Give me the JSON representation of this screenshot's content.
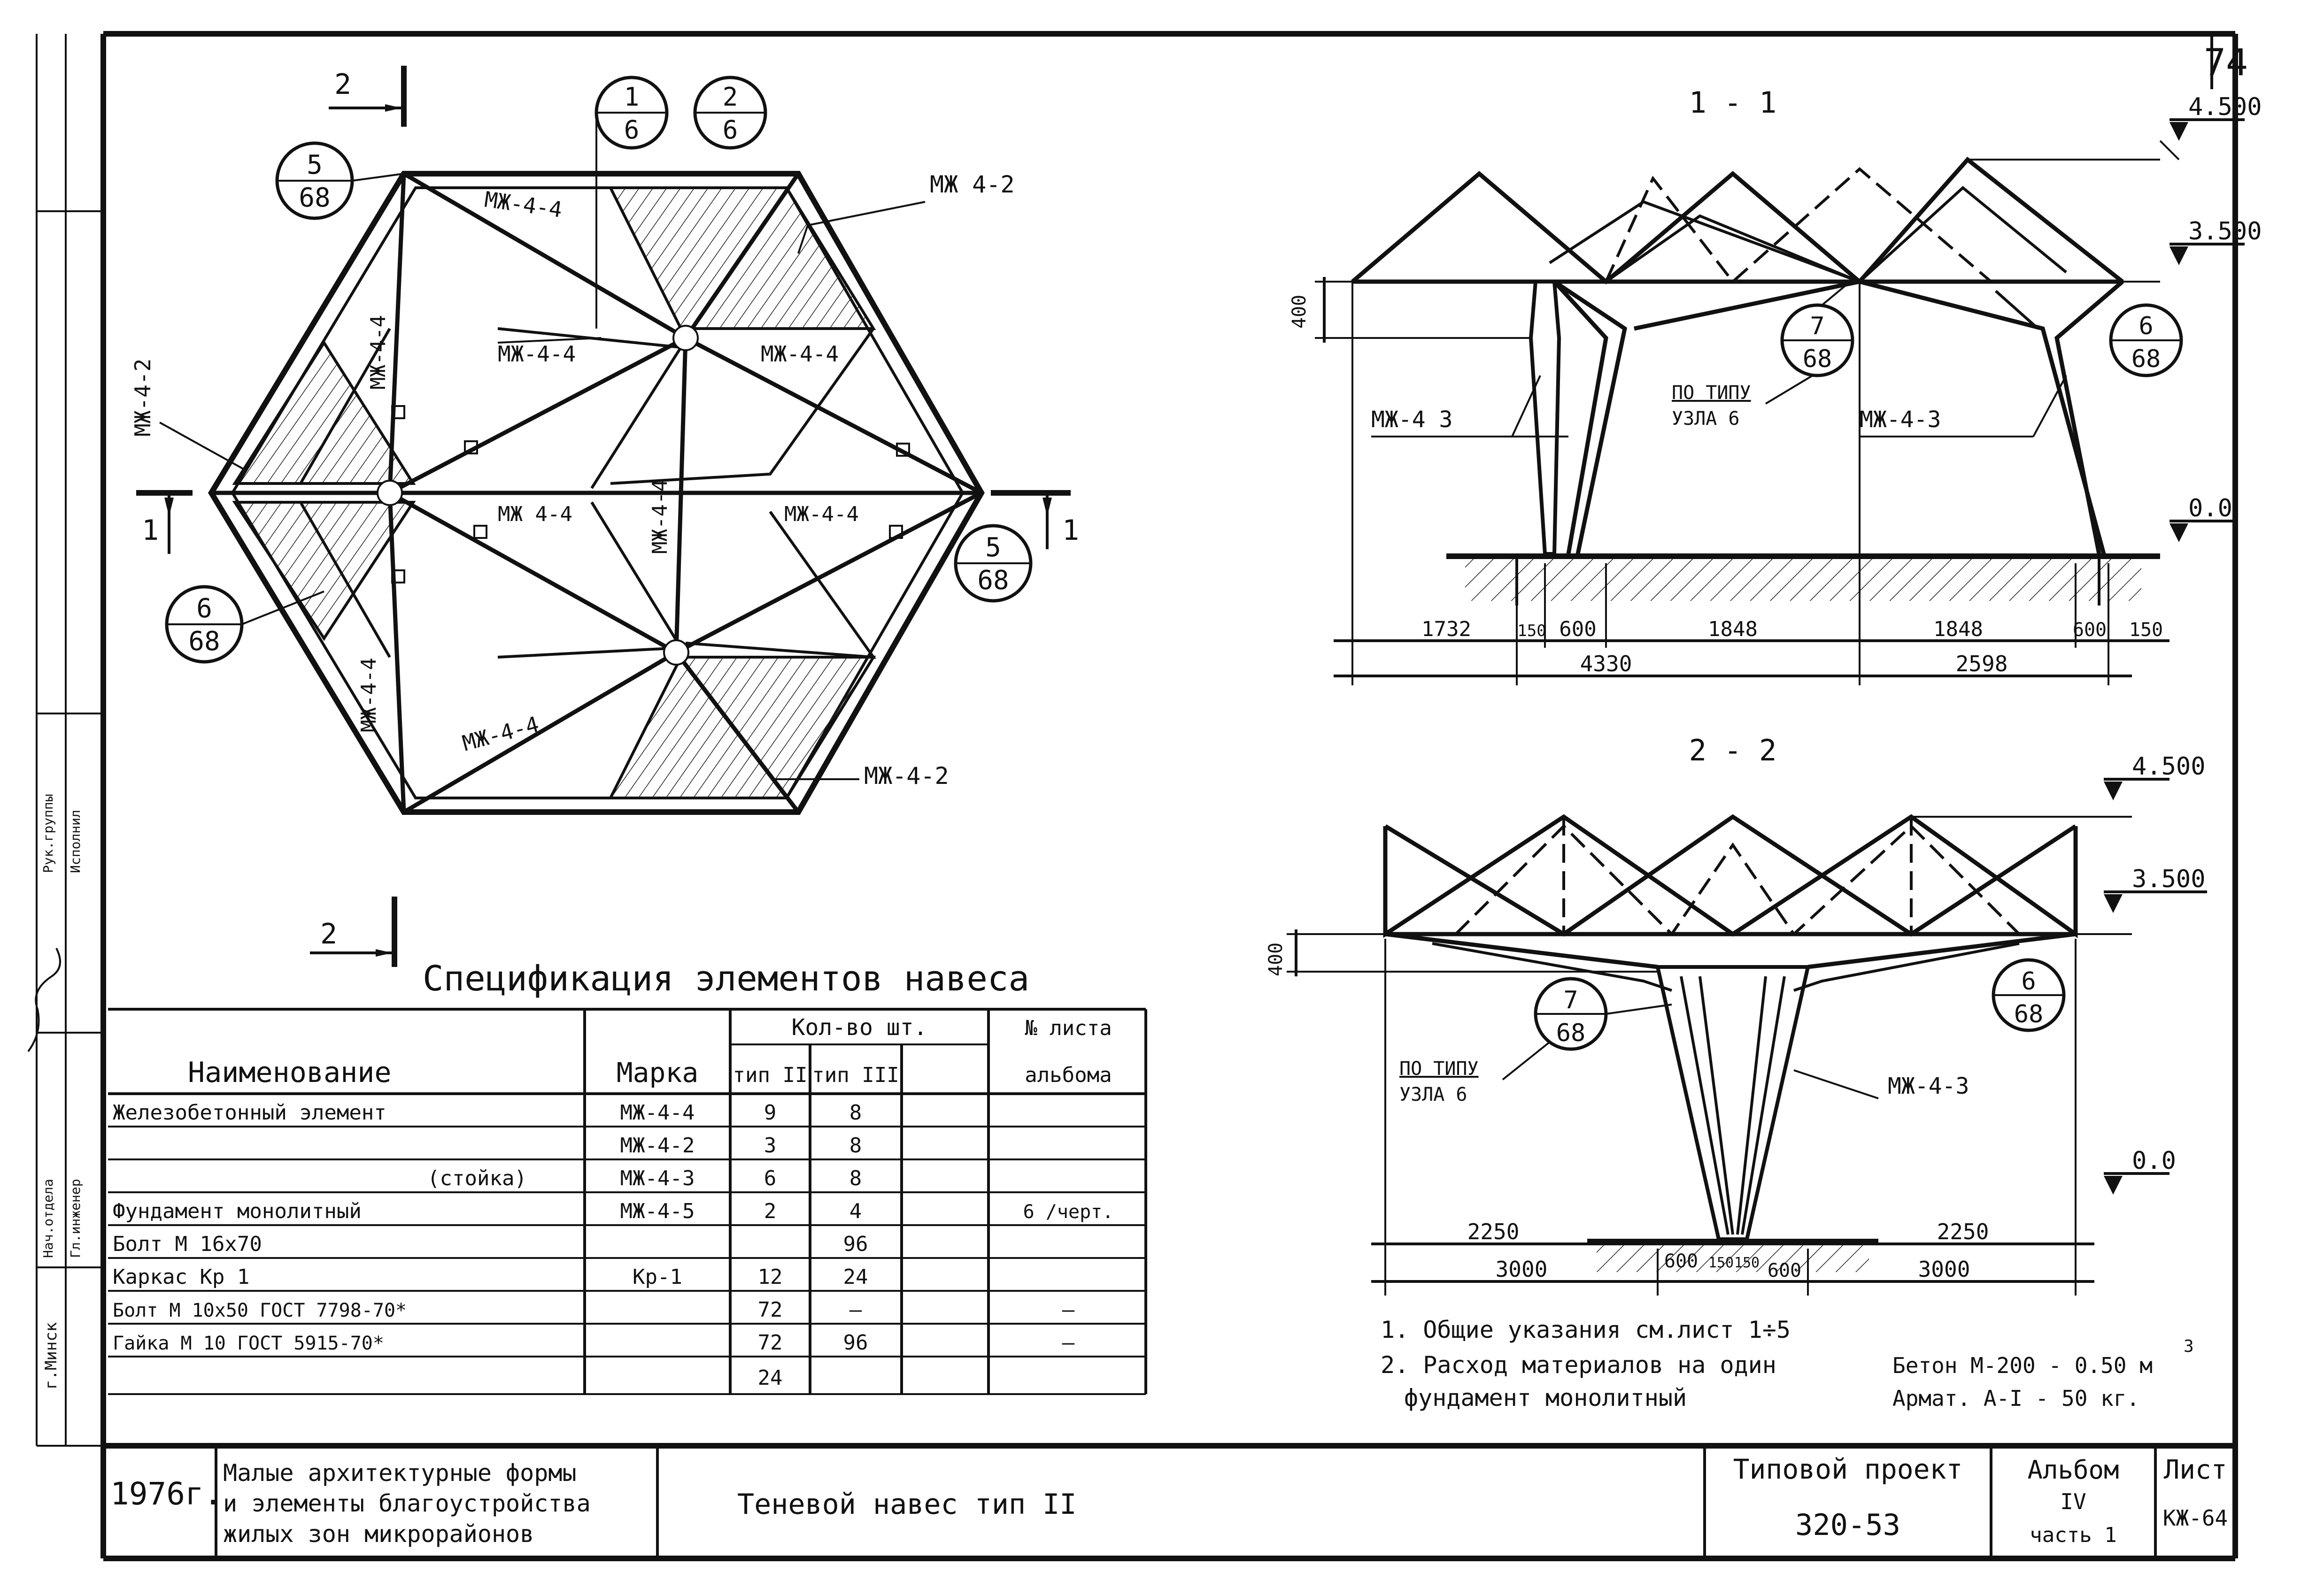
{
  "sheet_number": "74",
  "plan": {
    "section_marks": [
      "1",
      "1",
      "2",
      "2"
    ],
    "callouts": {
      "c_5_68_top": [
        "5",
        "68"
      ],
      "c_1_6": [
        "1",
        "6"
      ],
      "c_2_6": [
        "2",
        "6"
      ],
      "c_6_68_left": [
        "6",
        "68"
      ],
      "c_5_68_right": [
        "5",
        "68"
      ]
    },
    "labels": {
      "mzh44_a": "МЖ-4-4",
      "mzh42_tr": "МЖ 4-2",
      "mzh44_b": "МЖ-4-4",
      "mzh44_c": "МЖ-4-4",
      "mzh42_l": "МЖ-4-2",
      "mzh44_vl": "МЖ-4-4",
      "mzh44_d": "МЖ 4-4",
      "mzh44_vc": "МЖ-4-4",
      "mzh44_e": "МЖ-4-4",
      "mzh44_vl2": "МЖ-4-4",
      "mzh44_f": "МЖ-4-4",
      "mzh42_br": "МЖ-4-2"
    }
  },
  "section_1": {
    "title": "1 - 1",
    "levels": [
      "4.500",
      "3.500",
      "0.0"
    ],
    "dim_400": "400",
    "callouts": {
      "c_7_68": [
        "7",
        "68"
      ],
      "c_6_68": [
        "6",
        "68"
      ]
    },
    "labels": {
      "mzh43_l": "МЖ-4 3",
      "mzh43_r": "МЖ-4-3",
      "po_tipu": "ПО ТИПУ",
      "uzla": "УЗЛА 6"
    },
    "dims_row1": [
      "1732",
      "150",
      "600",
      "1848",
      "1848",
      "600",
      "150"
    ],
    "dims_row2": [
      "4330",
      "2598"
    ]
  },
  "section_2": {
    "title": "2 - 2",
    "levels": [
      "4.500",
      "3.500",
      "0.0"
    ],
    "dim_400": "400",
    "callouts": {
      "c_7_68": [
        "7",
        "68"
      ],
      "c_6_68": [
        "6",
        "68"
      ]
    },
    "labels": {
      "po_tipu": "ПО ТИПУ",
      "uzla": "УЗЛА 6",
      "mzh43": "МЖ-4-3"
    },
    "dims_row1": [
      "2250",
      "2250"
    ],
    "dims_row2": [
      "3000",
      "600",
      "150",
      "150",
      "600",
      "3000"
    ]
  },
  "spec": {
    "title": "Спецификация элементов навеса",
    "headers": {
      "name": "Наименование",
      "mark": "Марка",
      "qty": "Кол-во шт.",
      "type2": "тип II",
      "type3": "тип III",
      "sheet_no": "№ листа",
      "album": "альбома"
    },
    "rows": [
      {
        "name": "Железобетонный элемент",
        "mark": "МЖ-4-4",
        "t2": "9",
        "t3": "8",
        "sheet": ""
      },
      {
        "name": "",
        "mark": "МЖ-4-2",
        "t2": "3",
        "t3": "8",
        "sheet": ""
      },
      {
        "name": "(стойка)",
        "mark": "МЖ-4-3",
        "t2": "6",
        "t3": "8",
        "sheet": ""
      },
      {
        "name": "Фундамент монолитный",
        "mark": "МЖ-4-5",
        "t2": "2",
        "t3": "4",
        "sheet": "6 /черт."
      },
      {
        "name": "Болт М 16х70",
        "mark": "",
        "t2": "",
        "t3": "96",
        "sheet": ""
      },
      {
        "name": "Каркас Кр 1",
        "mark": "Кр-1",
        "t2": "12",
        "t3": "24",
        "sheet": ""
      },
      {
        "name": "Болт М 10х50 ГОСТ 7798-70*",
        "mark": "",
        "t2": "72",
        "t3": "—",
        "sheet": "—"
      },
      {
        "name": "Гайка М 10 ГОСТ 5915-70*",
        "mark": "",
        "t2": "72",
        "t3": "96",
        "sheet": "—"
      },
      {
        "name": "",
        "mark": "",
        "t2": "24",
        "t3": "",
        "sheet": ""
      }
    ]
  },
  "notes": {
    "n1": "1. Общие указания см.лист 1÷5",
    "n2a": "2. Расход материалов на один",
    "n2b": "фундамент монолитный",
    "beton": "Бетон М-200 - 0.50 м",
    "beton_sup": "3",
    "armat": "Армат. А-I - 50 кг."
  },
  "side_stamp": {
    "city": "г.Минск",
    "s1": "Нач.отдела",
    "s2": "Гл.инженер",
    "s3": "Рук.группы",
    "s4": "Исполнил"
  },
  "title_block": {
    "year": "1976г.",
    "subject1": "Малые архитектурные формы",
    "subject2": "и элементы благоустройства",
    "subject3": "жилых зон микрорайонов",
    "name": "Теневой навес тип II",
    "proj_label": "Типовой проект",
    "proj_no": "320-53",
    "album_label": "Альбом",
    "album_no": "IV",
    "part": "часть 1",
    "sheet_label": "Лист",
    "sheet_code": "КЖ-64"
  }
}
